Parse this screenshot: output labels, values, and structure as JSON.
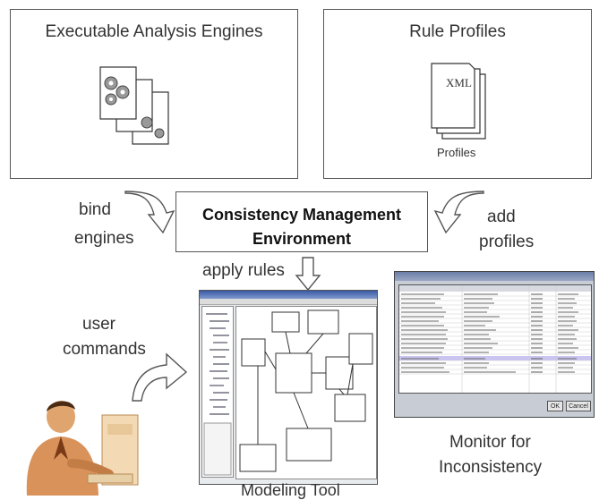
{
  "boxes": {
    "engines": {
      "title": "Executable Analysis Engines"
    },
    "rules": {
      "title": "Rule Profiles",
      "doc_label": "XML",
      "caption": "Profiles"
    },
    "cme": {
      "line1": "Consistency Management",
      "line2": "Environment"
    }
  },
  "labels": {
    "bind": "bind",
    "engines": "engines",
    "add": "add",
    "profiles": "profiles",
    "apply_rules": "apply rules",
    "user": "user",
    "commands": "commands",
    "monitor_line1": "Monitor for",
    "monitor_line2": "Inconsistency",
    "modeling_tool": "Modeling Tool"
  },
  "monitor_window": {
    "buttons": [
      "OK",
      "Cancel"
    ]
  },
  "colors": {
    "window_titlebar": "#3a5aa6",
    "highlight_row": "#c9c4f0",
    "person_skin": "#d9925a"
  }
}
